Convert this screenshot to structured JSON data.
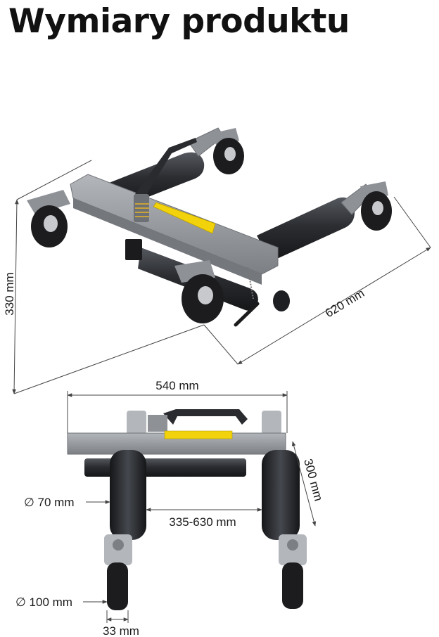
{
  "title": "Wymiary produktu",
  "colors": {
    "tube": "#2b2d31",
    "frame": "#8e9196",
    "frame_dark": "#6d7075",
    "wheel": "#1c1c1e",
    "hub": "#c7c9cc",
    "warning_label": "#f2d20a",
    "dimension_line": "#444444"
  },
  "dimensions": {
    "height": "330 mm",
    "length": "620 mm",
    "width": "540 mm",
    "depth": "300 mm",
    "tube_diameter": "∅ 70 mm",
    "span": "335-630 mm",
    "wheel_diameter": "∅ 100 mm",
    "wheel_width": "33 mm"
  }
}
